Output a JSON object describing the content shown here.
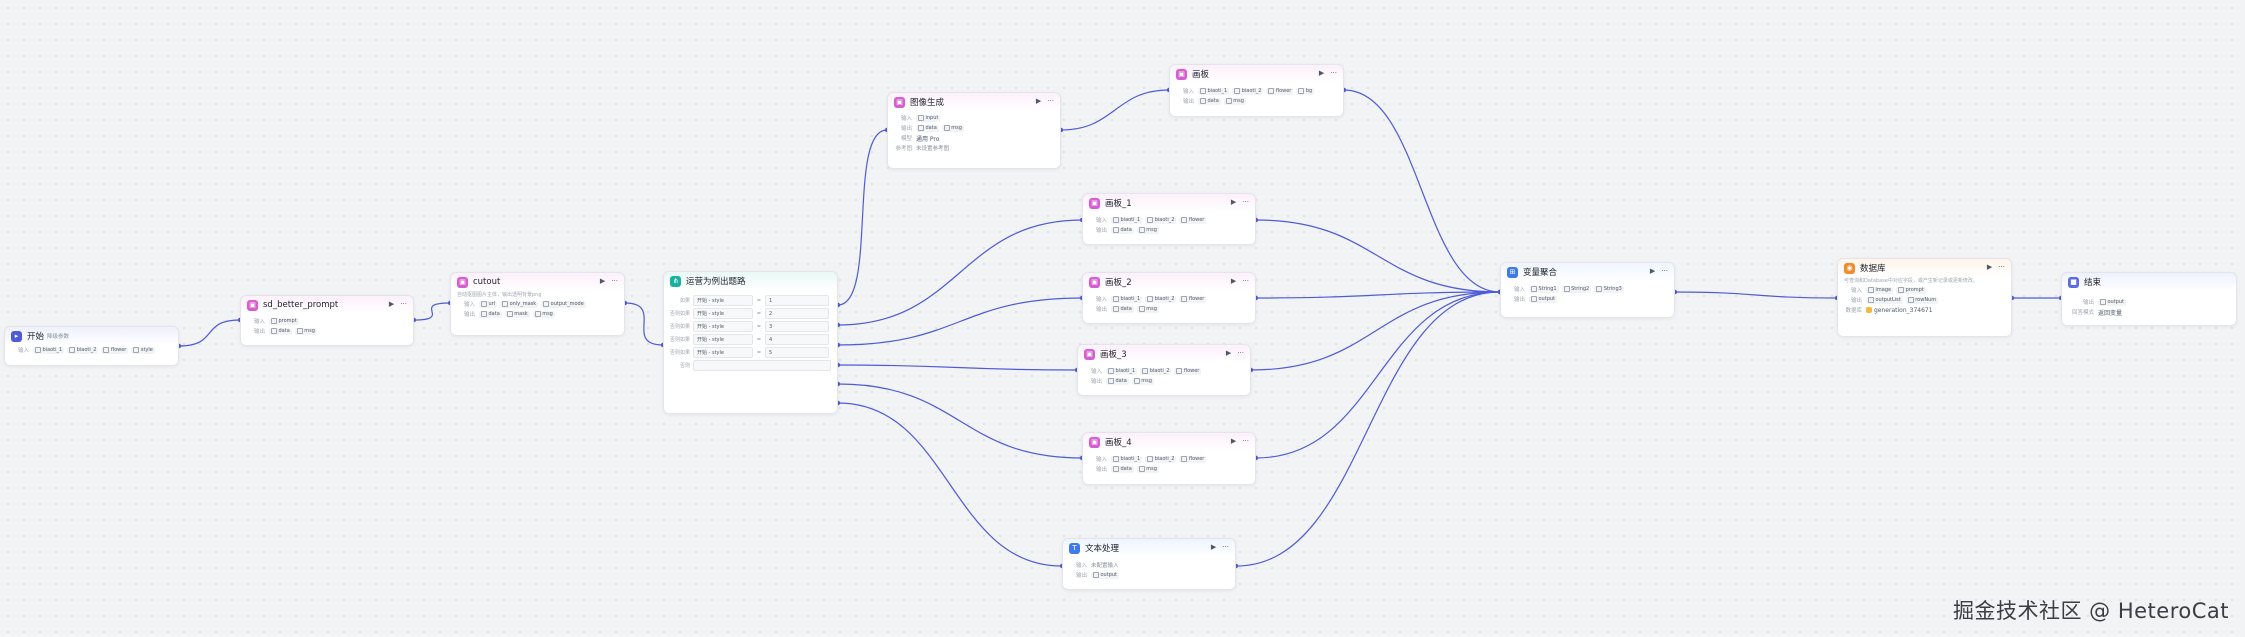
{
  "nodes": {
    "start": {
      "title": "开始",
      "tag": "降级参数",
      "in_label": "输入",
      "inputs": [
        "biaoti_1",
        "biaoti_2",
        "flower",
        "style"
      ]
    },
    "sd_better_prompt": {
      "title": "sd_better_prompt",
      "in_label": "输入",
      "inputs": [
        "prompt"
      ],
      "out_label": "输出",
      "outputs": [
        "data",
        "msg"
      ]
    },
    "cutout": {
      "title": "cutout",
      "desc": "自动抠图图片主体，输出透明背景png",
      "in_label": "输入",
      "inputs": [
        "url",
        "only_mask",
        "output_mode"
      ],
      "out_label": "输出",
      "outputs": [
        "data",
        "mask",
        "msg"
      ]
    },
    "branch": {
      "title": "运营为例出题路",
      "conds": [
        {
          "label": "如果",
          "var": "开始 - style",
          "op": "=",
          "val": "1"
        },
        {
          "label": "否则如果",
          "var": "开始 - style",
          "op": "=",
          "val": "2"
        },
        {
          "label": "否则如果",
          "var": "开始 - style",
          "op": "=",
          "val": "3"
        },
        {
          "label": "否则如果",
          "var": "开始 - style",
          "op": "=",
          "val": "4"
        },
        {
          "label": "否则如果",
          "var": "开始 - style",
          "op": "=",
          "val": "5"
        }
      ],
      "else_label": "否则"
    },
    "imagegen": {
      "title": "图像生成",
      "in_label": "输入",
      "inputs": [
        "input"
      ],
      "out_label": "输出",
      "outputs": [
        "data",
        "msg"
      ],
      "model_label": "模型",
      "model": "通用 Pro",
      "ref_label": "参考图",
      "ref": "未设置参考图"
    },
    "canvas0": {
      "title": "画板",
      "in_label": "输入",
      "inputs": [
        "biaoti_1",
        "biaoti_2",
        "flower",
        "bg"
      ],
      "out_label": "输出",
      "outputs": [
        "data",
        "msg"
      ]
    },
    "canvas1": {
      "title": "画板_1",
      "in_label": "输入",
      "inputs": [
        "biaoti_1",
        "biaoti_2",
        "flower"
      ],
      "out_label": "输出",
      "outputs": [
        "data",
        "msg"
      ]
    },
    "canvas2": {
      "title": "画板_2",
      "in_label": "输入",
      "inputs": [
        "biaoti_1",
        "biaoti_2",
        "flower"
      ],
      "out_label": "输出",
      "outputs": [
        "data",
        "msg"
      ]
    },
    "canvas3": {
      "title": "画板_3",
      "in_label": "输入",
      "inputs": [
        "biaoti_1",
        "biaoti_2",
        "flower"
      ],
      "out_label": "输出",
      "outputs": [
        "data",
        "msg"
      ]
    },
    "canvas4": {
      "title": "画板_4",
      "in_label": "输入",
      "inputs": [
        "biaoti_1",
        "biaoti_2",
        "flower"
      ],
      "out_label": "输出",
      "outputs": [
        "data",
        "msg"
      ]
    },
    "text": {
      "title": "文本处理",
      "in_label": "输入",
      "in_placeholder": "未配置输入",
      "out_label": "输出",
      "outputs": [
        "output"
      ]
    },
    "aggregate": {
      "title": "变量聚合",
      "in_label": "输入",
      "inputs": [
        "String1",
        "String2",
        "String3"
      ],
      "out_label": "输出",
      "outputs": [
        "output"
      ]
    },
    "database": {
      "title": "数据库",
      "desc": "可查询和Database中对应字段，或产生新记录或更新修改。",
      "in_label": "输入",
      "inputs": [
        "image",
        "prompt"
      ],
      "out_label": "输出",
      "outputs": [
        "outputList",
        "rowNum"
      ],
      "db_label": "数据库",
      "db": "generation_374671"
    },
    "end": {
      "title": "结束",
      "out_label": "输出",
      "outputs": [
        "output"
      ],
      "mode_label": "回答模式",
      "mode": "返回变量"
    }
  },
  "colors": {
    "edge": "#4e5bd6",
    "start": "#4e5bd6",
    "plugin": "#d75ed1",
    "branch": "#19b2a0",
    "text": "#3f7be8",
    "agg": "#3f7be8",
    "db": "#f08c2b",
    "end": "#5b6be0"
  },
  "watermark": "掘金技术社区 @ HeteroCat"
}
